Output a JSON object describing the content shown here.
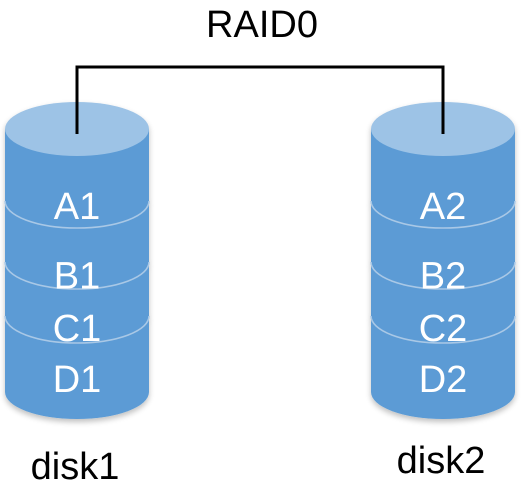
{
  "diagram": {
    "title": "RAID0",
    "colors": {
      "body": "#5b9bd5",
      "top": "#9dc3e6",
      "separator": "#a9c8e6",
      "text": "#ffffff",
      "connector": "#000000"
    },
    "disks": [
      {
        "name": "disk1",
        "blocks": [
          "A1",
          "B1",
          "C1",
          "D1"
        ]
      },
      {
        "name": "disk2",
        "blocks": [
          "A2",
          "B2",
          "C2",
          "D2"
        ]
      }
    ]
  }
}
